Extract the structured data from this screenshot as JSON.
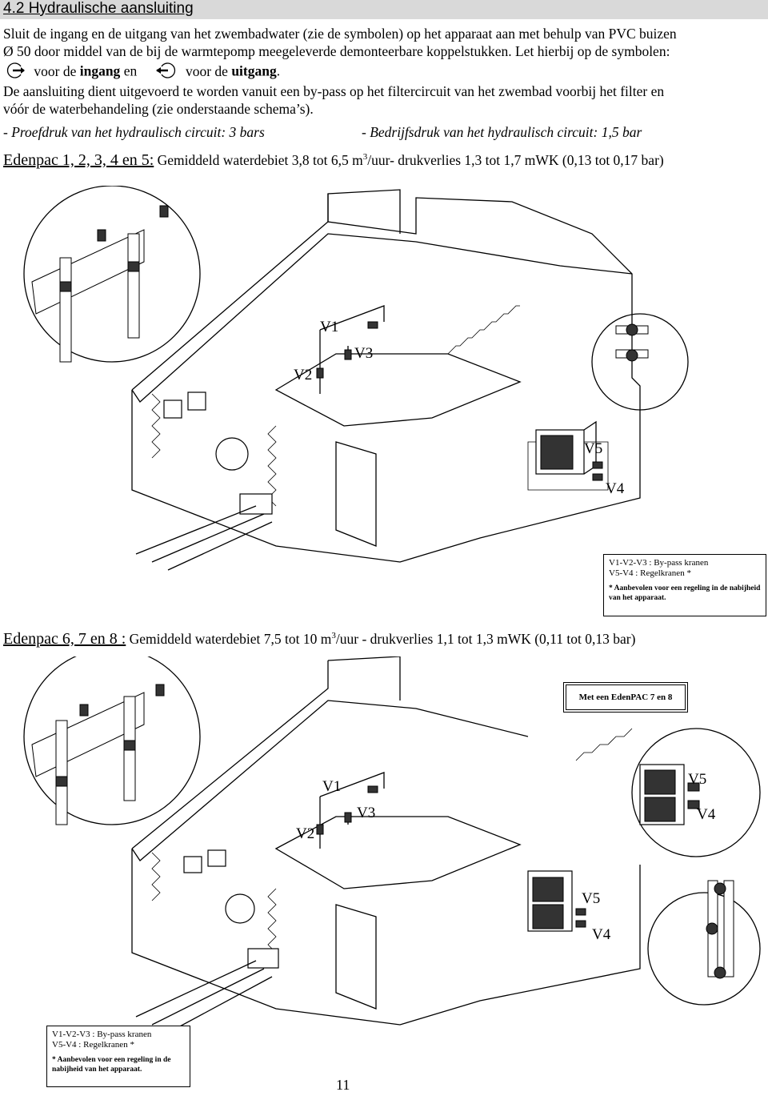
{
  "section": {
    "title": "4.2 Hydraulische aansluiting"
  },
  "intro": {
    "line1": "Sluit de ingang en de uitgang van het zwembadwater (zie de symbolen) op het apparaat aan met behulp van PVC buizen",
    "line2": "Ø 50 door middel van de bij de warmtepomp meegeleverde demonteerbare koppelstukken. Let hierbij op de symbolen:",
    "symbols": {
      "inlet_text_a": "voor de ",
      "inlet_bold": "ingang",
      "inlet_text_b": " en",
      "outlet_text_a": "voor de ",
      "outlet_bold": "uitgang",
      "outlet_text_b": "."
    },
    "line4": "De aansluiting dient uitgevoerd te worden vanuit een by-pass op het filtercircuit van het zwembad voorbij het filter en",
    "line5": "vóór de waterbehandeling (zie onderstaande schema’s).",
    "pressure_test": "- Proefdruk van het hydraulisch circuit: 3 bars",
    "pressure_operating": "- Bedrijfsdruk van het hydraulisch circuit: 1,5 bar"
  },
  "diagram1": {
    "heading_model": "Edenpac 1, 2, 3, 4 en 5:",
    "heading_text_a": " Gemiddeld waterdebiet 3,8 tot 6,5 m",
    "heading_sup": "3",
    "heading_text_b": "/uur- drukverlies 1,3 tot 1,7 mWK (0,13 tot 0,17 bar)",
    "labels": {
      "v1": "V1",
      "v2": "V2",
      "v3": "V3",
      "v4": "V4",
      "v5": "V5"
    },
    "legend": {
      "line1": "V1-V2-V3 : By-pass kranen",
      "line2": "V5-V4 : Regelkranen *",
      "note": "* Aanbevolen voor een regeling in de nabijheid van het apparaat."
    }
  },
  "diagram2": {
    "heading_model": "Edenpac 6, 7 en 8 :",
    "heading_text_a": "  Gemiddeld waterdebiet 7,5 tot 10 m",
    "heading_sup": "3",
    "heading_text_b": "/uur - drukverlies 1,1 tot 1,3 mWK (0,11 tot 0,13 bar)",
    "callout": "Met een EdenPAC 7 en 8",
    "labels": {
      "v1": "V1",
      "v2": "V2",
      "v3": "V3",
      "v4": "V4",
      "v5": "V5",
      "v4b": "V4",
      "v5b": "V5"
    },
    "legend": {
      "line1": "V1-V2-V3 : By-pass kranen",
      "line2": "V5-V4 : Regelkranen *",
      "note": "* Aanbevolen voor een regeling in de nabijheid van het apparaat."
    }
  },
  "page_number": "11"
}
